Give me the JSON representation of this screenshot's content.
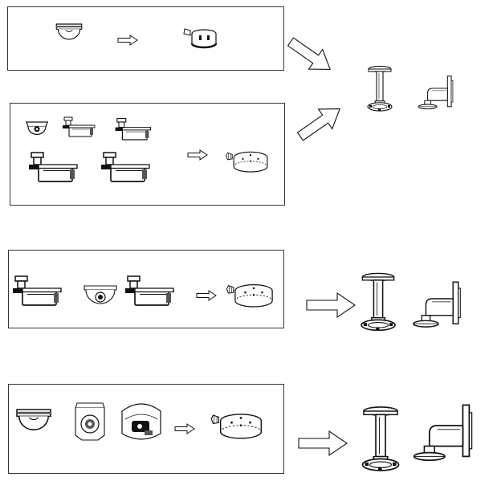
{
  "diagram": {
    "stroke_color": "#111111",
    "fill_color": "#ffffff",
    "shade_color": "#555555",
    "rows": [
      {
        "cameras": [
          "dome-camera"
        ],
        "adapter": "junction-box-small",
        "mounts": [
          "pendant-mount",
          "wall-mount"
        ]
      },
      {
        "cameras": [
          "turret-camera",
          "bullet-camera-small",
          "bullet-camera-medium",
          "bullet-camera-long",
          "bullet-camera-ir"
        ],
        "adapter": "junction-box-round",
        "mounts": [
          "pendant-mount",
          "wall-mount"
        ]
      },
      {
        "cameras": [
          "bullet-camera",
          "dome-camera-ball",
          "bullet-camera-box"
        ],
        "adapter": "junction-box-round",
        "mounts": [
          "pendant-mount",
          "wall-mount"
        ]
      },
      {
        "cameras": [
          "dome-camera-large",
          "eyeball-camera",
          "turret-camera-large"
        ],
        "adapter": "junction-box-round",
        "mounts": [
          "pendant-mount",
          "wall-mount"
        ]
      }
    ]
  }
}
